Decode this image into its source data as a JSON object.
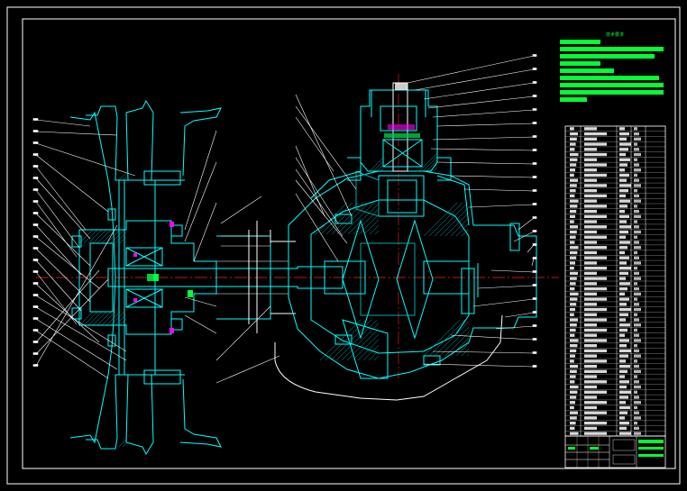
{
  "drawing": {
    "title_block_heading": "技术要求"
  },
  "colors": {
    "background": "#000000",
    "frame": "#ffffff",
    "part_outline": "#00ffff",
    "hatch": "#00aaaa",
    "center_line": "#ff2020",
    "note_text": "#00ff33",
    "leader": "#ffffff",
    "accent_pink": "#ff00ff"
  },
  "technical_requirements_line_count": 9,
  "parts_list_row_count": 60,
  "leaders_left_count": 22,
  "leaders_right_count": 24
}
